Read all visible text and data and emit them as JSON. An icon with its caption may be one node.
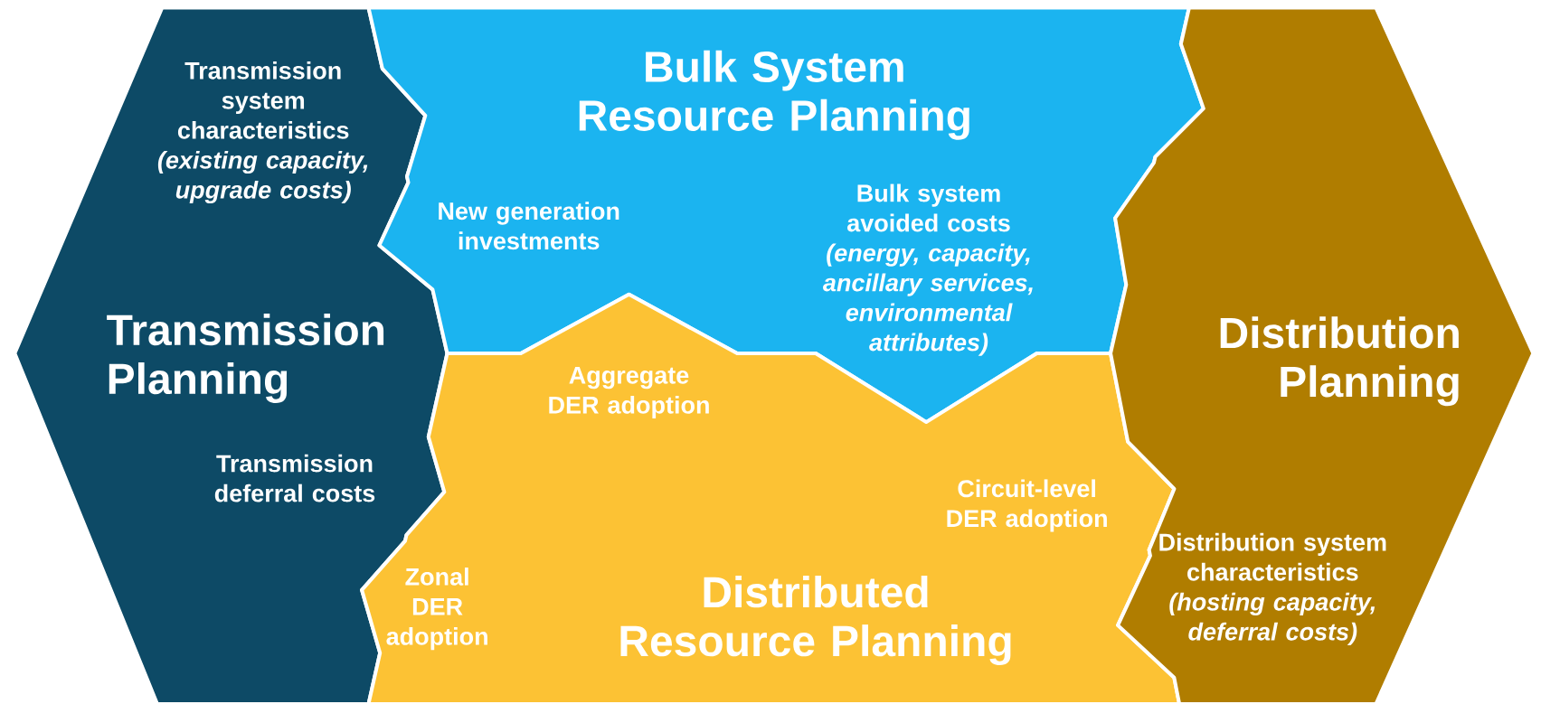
{
  "diagram": {
    "nodes": [
      {
        "text": [
          "Transmission Planning"
        ]
      },
      {
        "text": [
          "Bulk System Resource Planning"
        ]
      },
      {
        "text": [
          "Distributed Resource Planning"
        ]
      },
      {
        "text": [
          "Distribution Planning"
        ]
      }
    ],
    "labels": [
      "**Transmission system characteristics** *(existing capacity, upgrade costs)*",
      "New generation investments",
      "**Bulk system avoided costs** *(energy, capacity, ancillary services, environmental attributes)*",
      "Aggregate DER adoption",
      "Transmission deferral costs",
      "Circuit-level DER adoption",
      "**Distribution system characteristics** *(hosting capacity, deferral costs)*",
      "Zonal DER adoption"
    ]
  }
}
